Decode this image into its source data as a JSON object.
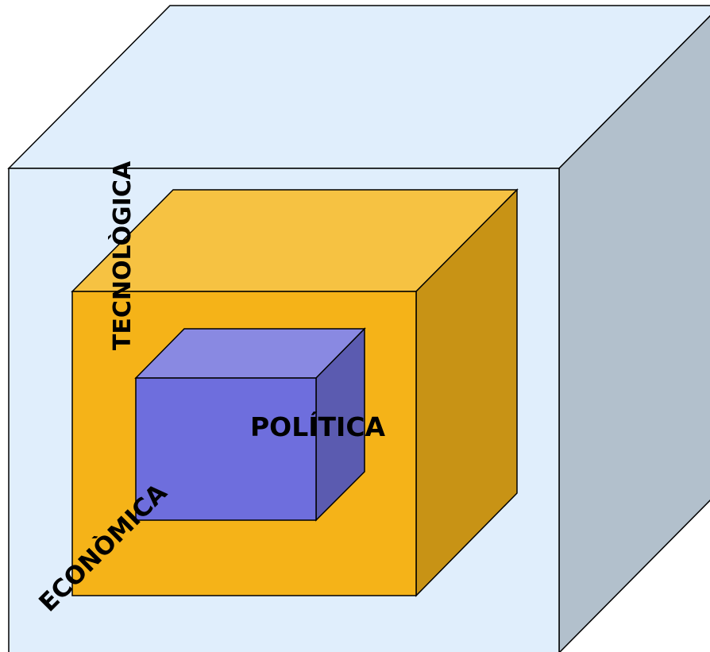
{
  "labels": {
    "tecnologica": "TECNOLÒGICA",
    "economica": "ECONÒMICA",
    "politica": "POLÍTICA"
  },
  "colors": {
    "outer_front": "#e0eefc",
    "outer_top": "#e0eefc",
    "outer_side": "#b2c0cc",
    "middle_front": "#f5b318",
    "middle_top": "#f6c242",
    "middle_side": "#c89315",
    "inner_front": "#6e6edd",
    "inner_top": "#8989e2",
    "inner_side": "#5b5bb0",
    "stroke": "#000000",
    "text": "#000000"
  }
}
